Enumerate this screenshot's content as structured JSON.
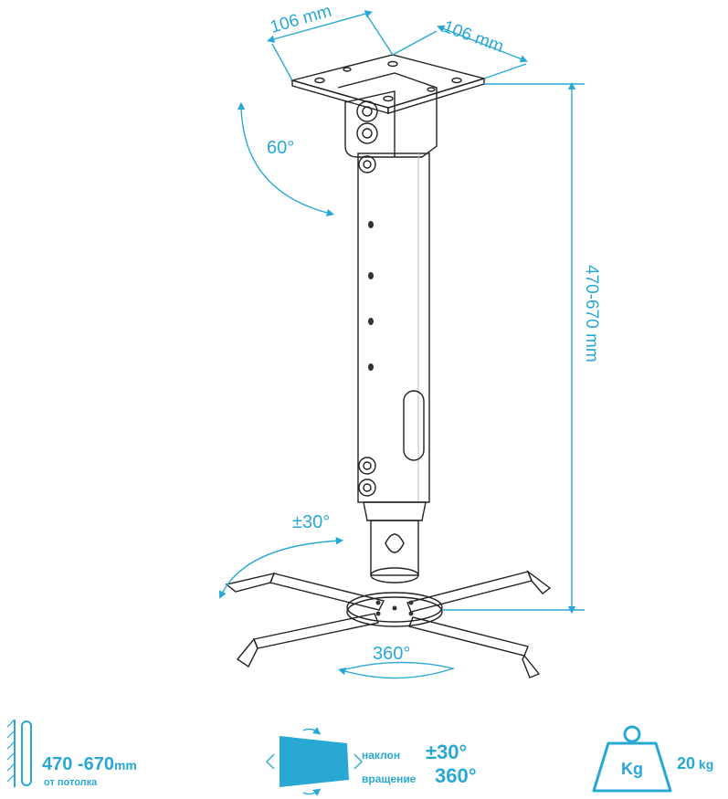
{
  "dimensions": {
    "plate_width": "106 mm",
    "plate_depth": "106 mm",
    "height_range": "470-670 mm",
    "tilt_range": "60°",
    "swivel": "±30°",
    "rotation": "360°"
  },
  "specs": {
    "height": {
      "value": "470 -670",
      "unit": "mm",
      "caption": "от потолка"
    },
    "tilt": {
      "label": "наклон",
      "value": "±30°"
    },
    "rotate": {
      "label": "вращение",
      "value": "360°"
    },
    "weight": {
      "icon_text": "Kg",
      "value": "20",
      "unit": "kg"
    }
  },
  "colors": {
    "accent": "#2aa8d4",
    "ink": "#222222"
  }
}
